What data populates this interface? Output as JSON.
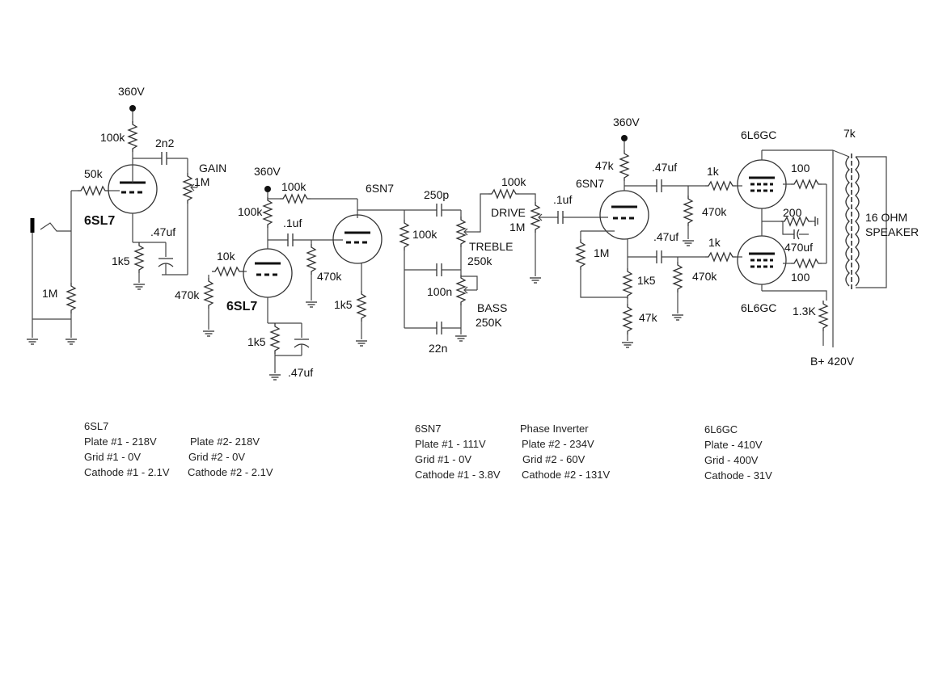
{
  "labels": {
    "v360a": "360V",
    "v360b": "360V",
    "v360c": "360V",
    "r100k_a": "100k",
    "c2n2": "2n2",
    "r50k": "50k",
    "gain": "GAIN",
    "gain_pot": "1M",
    "v1_tube": "6SL7",
    "c47_a": ".47uf",
    "r1k5_a": "1k5",
    "r1m_in": "1M",
    "r470k_a": "470k",
    "r10k": "10k",
    "r100k_b": "100k",
    "r100k_c": "100k",
    "c1uf_a": ".1uf",
    "r470k_b": "470k",
    "v2_tube": "6SL7",
    "r1k5_b": "1k5",
    "c47_b": ".47uf",
    "v3_tube": "6SN7",
    "r1k5_c": "1k5",
    "c250p": "250p",
    "r100k_d": "100k",
    "treble": "TREBLE",
    "treble_val": "250k",
    "c100n": "100n",
    "bass": "BASS",
    "bass_val": "250K",
    "c22n": "22n",
    "r100k_e": "100k",
    "drive": "DRIVE",
    "drive_val": "1M",
    "c1uf_b": ".1uf",
    "r47k_a": "47k",
    "v4_tube": "6SN7",
    "r1m_pi": "1M",
    "r1k5_d": "1k5",
    "r47k_b": "47k",
    "c47_c": ".47uf",
    "c47_d": ".47uf",
    "r470k_c": "470k",
    "r470k_d": "470k",
    "r1k_a": "1k",
    "r1k_b": "1k",
    "v5_tube": "6L6GC",
    "v6_tube": "6L6GC",
    "r100_a": "100",
    "r100_b": "100",
    "r200": "200",
    "c470uf": "470uf",
    "xfmr": "7k",
    "speaker1": "16 OHM",
    "speaker2": "SPEAKER",
    "r13k": "1.3K",
    "bplus": "B+ 420V"
  },
  "notes": {
    "sl7": {
      "title": "6SL7",
      "rows": [
        [
          "Plate #1 - 218V",
          "Plate #2- 218V"
        ],
        [
          "Grid #1 - 0V",
          "Grid #2 - 0V"
        ],
        [
          "Cathode #1 - 2.1V",
          "Cathode #2 - 2.1V"
        ]
      ]
    },
    "sn7": {
      "title": "6SN7",
      "title2": "Phase Inverter",
      "rows": [
        [
          "Plate #1 - 111V",
          "Plate #2 - 234V"
        ],
        [
          "Grid #1 - 0V",
          "Grid #2 - 60V"
        ],
        [
          "Cathode #1 - 3.8V",
          "Cathode #2 - 131V"
        ]
      ]
    },
    "l6gc": {
      "title": "6L6GC",
      "rows": [
        "Plate - 410V",
        "Grid - 400V",
        "Cathode - 31V"
      ]
    }
  }
}
